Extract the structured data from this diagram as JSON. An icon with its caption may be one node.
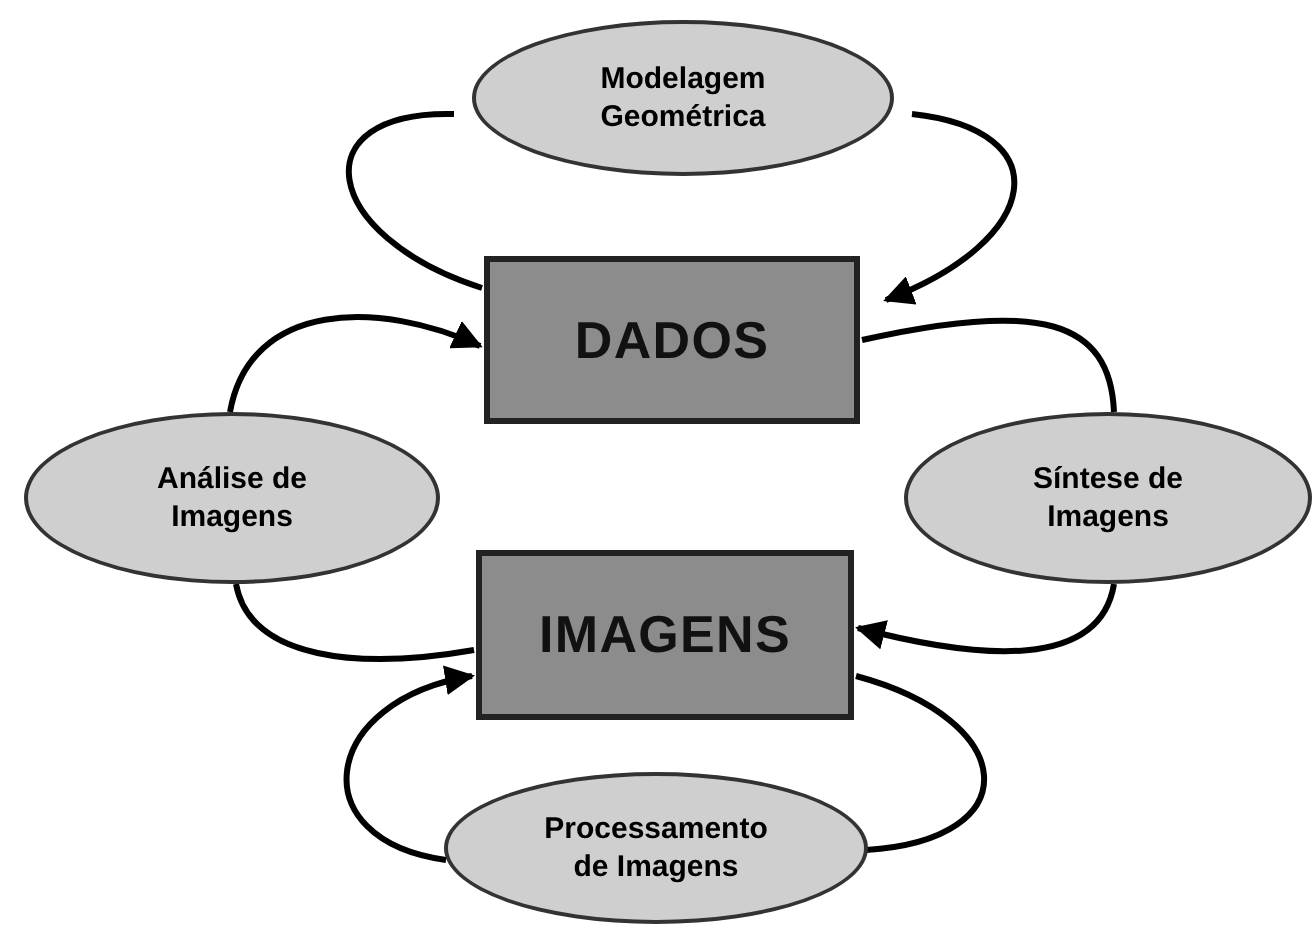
{
  "diagram": {
    "nodes": [
      {
        "text": [
          "Modelagem Geométrica"
        ]
      },
      {
        "text": [
          "DADOS"
        ]
      },
      {
        "text": [
          "Análise de Imagens"
        ]
      },
      {
        "text": [
          "Síntese de Imagens"
        ]
      },
      {
        "text": [
          "IMAGENS"
        ]
      },
      {
        "text": [
          "Processamento de Imagens"
        ]
      }
    ],
    "edges": [
      {
        "from": 1,
        "to": 0,
        "arrow": "none"
      },
      {
        "from": 0,
        "to": 1,
        "arrow": "to"
      },
      {
        "from": 2,
        "to": 1,
        "arrow": "to"
      },
      {
        "from": 1,
        "to": 3,
        "arrow": "none"
      },
      {
        "from": 4,
        "to": 2,
        "arrow": "none"
      },
      {
        "from": 3,
        "to": 4,
        "arrow": "to"
      },
      {
        "from": 4,
        "to": 5,
        "arrow": "none"
      },
      {
        "from": 5,
        "to": 4,
        "arrow": "to"
      }
    ]
  }
}
